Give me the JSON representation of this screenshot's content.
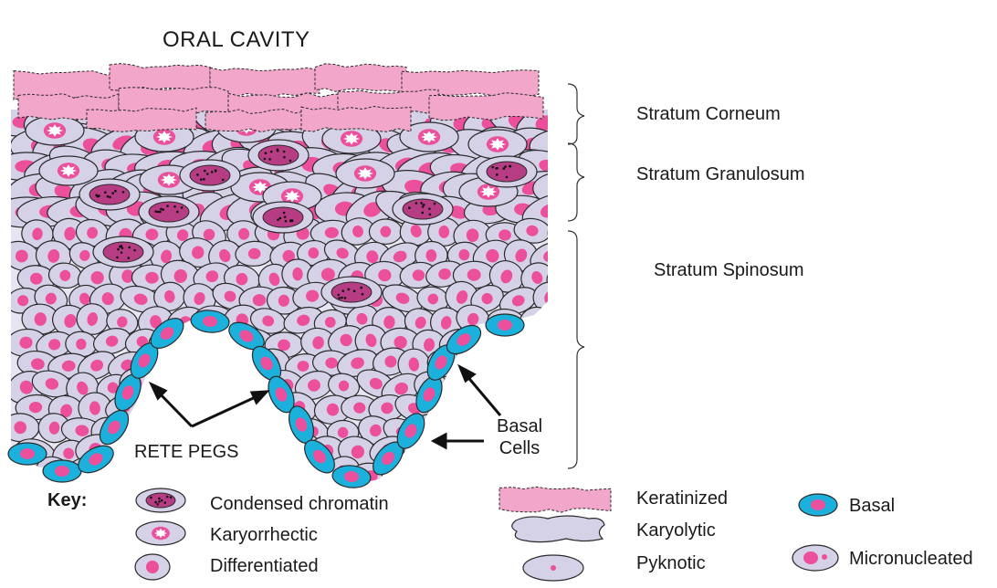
{
  "title": "ORAL CAVITY",
  "layers": {
    "corneum": "Stratum Corneum",
    "granulosum": "Stratum Granulosum",
    "spinosum": "Stratum Spinosum"
  },
  "annotations": {
    "rete_pegs": "RETE PEGS",
    "basal_cells_line1": "Basal",
    "basal_cells_line2": "Cells"
  },
  "key": {
    "heading": "Key:",
    "condensed": "Condensed chromatin",
    "karyorrhectic": "Karyorrhectic",
    "differentiated": "Differentiated",
    "keratinized": "Keratinized",
    "karyolytic": "Karyolytic",
    "pyknotic": "Pyknotic",
    "basal": "Basal",
    "micronucleated": "Micronucleated"
  },
  "colors": {
    "cell_fill": "#d5d2e8",
    "nucleus": "#ec4f9c",
    "keratin": "#f2a6c9",
    "basal_fill": "#1bb1dc",
    "condensed_nucleus": "#b63c83",
    "outline": "#2a2a2a"
  }
}
